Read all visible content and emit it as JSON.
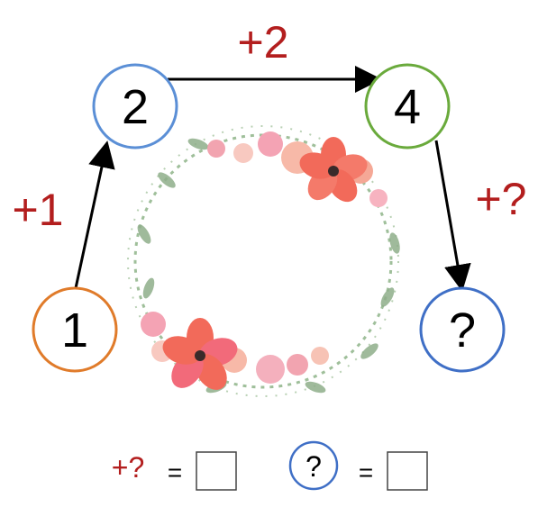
{
  "nodes": {
    "n1": {
      "label": "1",
      "color": "#e07b2a"
    },
    "n2": {
      "label": "2",
      "color": "#5b8fd6"
    },
    "n4": {
      "label": "4",
      "color": "#6aaa3c"
    },
    "nq": {
      "label": "?",
      "color": "#3f6fc6"
    }
  },
  "steps": {
    "s1": "+1",
    "s2": "+2",
    "s3": "+?"
  },
  "answers": {
    "step_label": "+?",
    "node_label": "?",
    "equals": "="
  },
  "colors": {
    "step_text": "#b31e1e",
    "arrow": "#000000",
    "petal_pink": "#f08a9a",
    "petal_coral": "#f26a5a",
    "leaf_green": "#8fae8a"
  },
  "decoration": "floral-wreath"
}
